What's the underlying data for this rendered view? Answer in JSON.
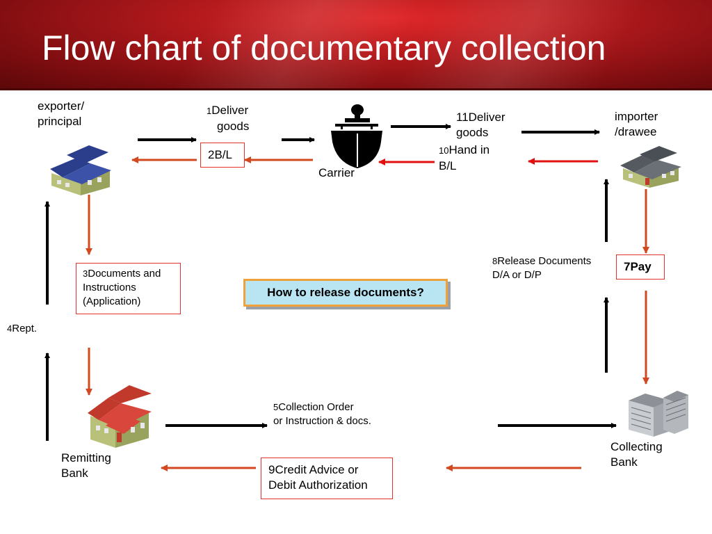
{
  "slide": {
    "title": "Flow chart of documentary collection"
  },
  "parties": {
    "exporter": [
      "exporter/",
      "principal"
    ],
    "importer": [
      "importer",
      "/drawee"
    ],
    "carrier": "Carrier",
    "remitting_bank": [
      "Remitting",
      "Bank"
    ],
    "collecting_bank": [
      "Collecting",
      "Bank"
    ]
  },
  "steps": {
    "s1": {
      "num": "1",
      "text": [
        "Deliver",
        "goods"
      ]
    },
    "s2": {
      "num": "2",
      "text": "B/L"
    },
    "s3": {
      "num": "3",
      "text": [
        "Documents and",
        "Instructions",
        "(Application)"
      ]
    },
    "s4": {
      "num": "4",
      "text": "Rept."
    },
    "s5": {
      "num": "5",
      "text": [
        "Collection Order",
        "or Instruction & docs."
      ]
    },
    "s7": {
      "num": "7",
      "text": "Pay"
    },
    "s8": {
      "num": "8",
      "text": [
        "Release Documents",
        "D/A or D/P"
      ]
    },
    "s9": {
      "num": "9",
      "text": [
        "Credit Advice or",
        "Debit Authorization"
      ]
    },
    "s10": {
      "num": "10",
      "text": [
        "Hand in",
        "B/L"
      ]
    },
    "s11": {
      "num": "11",
      "text": [
        "Deliver",
        "goods"
      ]
    }
  },
  "callout": "How to release documents?",
  "colors": {
    "black_arrow": "#000000",
    "red_arrow": "#d2481f",
    "bright_red_arrow": "#e01010",
    "header_red": "#b51a1d",
    "callout_bg": "#b9e5f3",
    "callout_border": "#f0a23a"
  }
}
